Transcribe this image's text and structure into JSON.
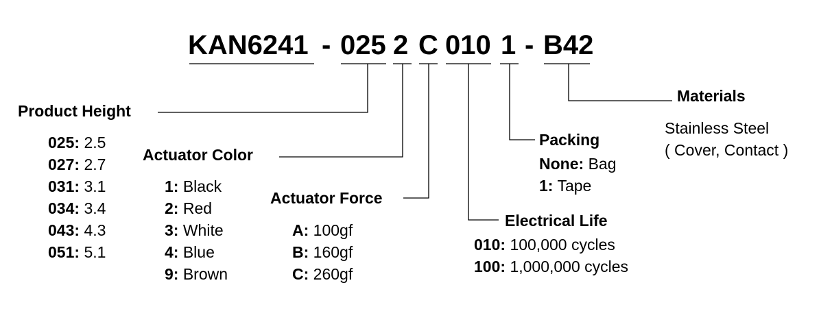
{
  "part_code": {
    "base": "KAN6241",
    "sep1": "-",
    "height": "025",
    "color": "2",
    "force": "C",
    "life": "010",
    "packing": "1",
    "sep2": "-",
    "materials": "B42"
  },
  "product_height": {
    "title": "Product Height",
    "items": [
      {
        "code": "025:",
        "value": "2.5"
      },
      {
        "code": "027:",
        "value": "2.7"
      },
      {
        "code": "031:",
        "value": "3.1"
      },
      {
        "code": "034:",
        "value": "3.4"
      },
      {
        "code": "043:",
        "value": "4.3"
      },
      {
        "code": "051:",
        "value": "5.1"
      }
    ]
  },
  "actuator_color": {
    "title": "Actuator Color",
    "items": [
      {
        "code": "1:",
        "value": "Black"
      },
      {
        "code": "2:",
        "value": "Red"
      },
      {
        "code": "3:",
        "value": "White"
      },
      {
        "code": "4:",
        "value": "Blue"
      },
      {
        "code": "9:",
        "value": "Brown"
      }
    ]
  },
  "actuator_force": {
    "title": "Actuator Force",
    "items": [
      {
        "code": "A:",
        "value": "100gf"
      },
      {
        "code": "B:",
        "value": "160gf"
      },
      {
        "code": "C:",
        "value": "260gf"
      }
    ]
  },
  "electrical_life": {
    "title": "Electrical Life",
    "items": [
      {
        "code": "010:",
        "value": "100,000 cycles"
      },
      {
        "code": "100:",
        "value": "1,000,000 cycles"
      }
    ]
  },
  "packing": {
    "title": "Packing",
    "items": [
      {
        "code": "None:",
        "value": "Bag"
      },
      {
        "code": "1:",
        "value": "Tape"
      }
    ]
  },
  "materials": {
    "title": "Materials",
    "line1": "Stainless Steel",
    "line2": "( Cover, Contact )"
  }
}
